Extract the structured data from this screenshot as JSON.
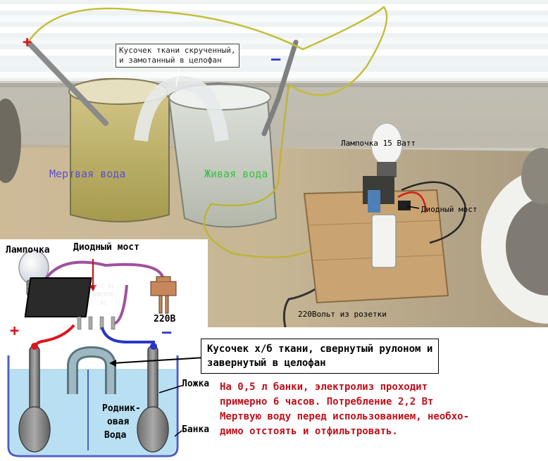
{
  "photo": {
    "callout_cloth": "Кусочек ткани скрученный,\nи замотанный в целофан",
    "dead_water": "Мертвая вода",
    "live_water": "Живая вода",
    "lamp": "Лампочка 15 Ватт",
    "diode_bridge": "Диодный мост",
    "mains": "220Вольт из розетки",
    "plus": "+",
    "minus": "–"
  },
  "diagram": {
    "lamp": "Лампочка",
    "diode_bridge": "Диодный мост",
    "plug": "220В",
    "chip_marking": [
      "DCC 8L",
      "KBL07G",
      "AC"
    ],
    "cloth_box": "Кусочек х/б ткани, свернутый рулоном и\nзавернутый в целофан",
    "spoon": "Ложка",
    "jar": "Банка",
    "spring_water": [
      "Родник-",
      "овая",
      "Вода"
    ],
    "plus": "+",
    "minus": "–",
    "note": "На 0,5 л банки, электролиз проходит\nпримерно 6 часов. Потребление 2,2 Вт\nМертвую воду перед использованием, необхо-\nдимо отстоять и отфильтровать."
  },
  "colors": {
    "dead_water_text": "#5a4fd0",
    "live_water_text": "#39c241",
    "wire_purple": "#a0509f",
    "wire_red": "#e0141e",
    "wire_blue": "#2a35c8",
    "water": "#b9dff2",
    "note_red": "#c0101a"
  }
}
